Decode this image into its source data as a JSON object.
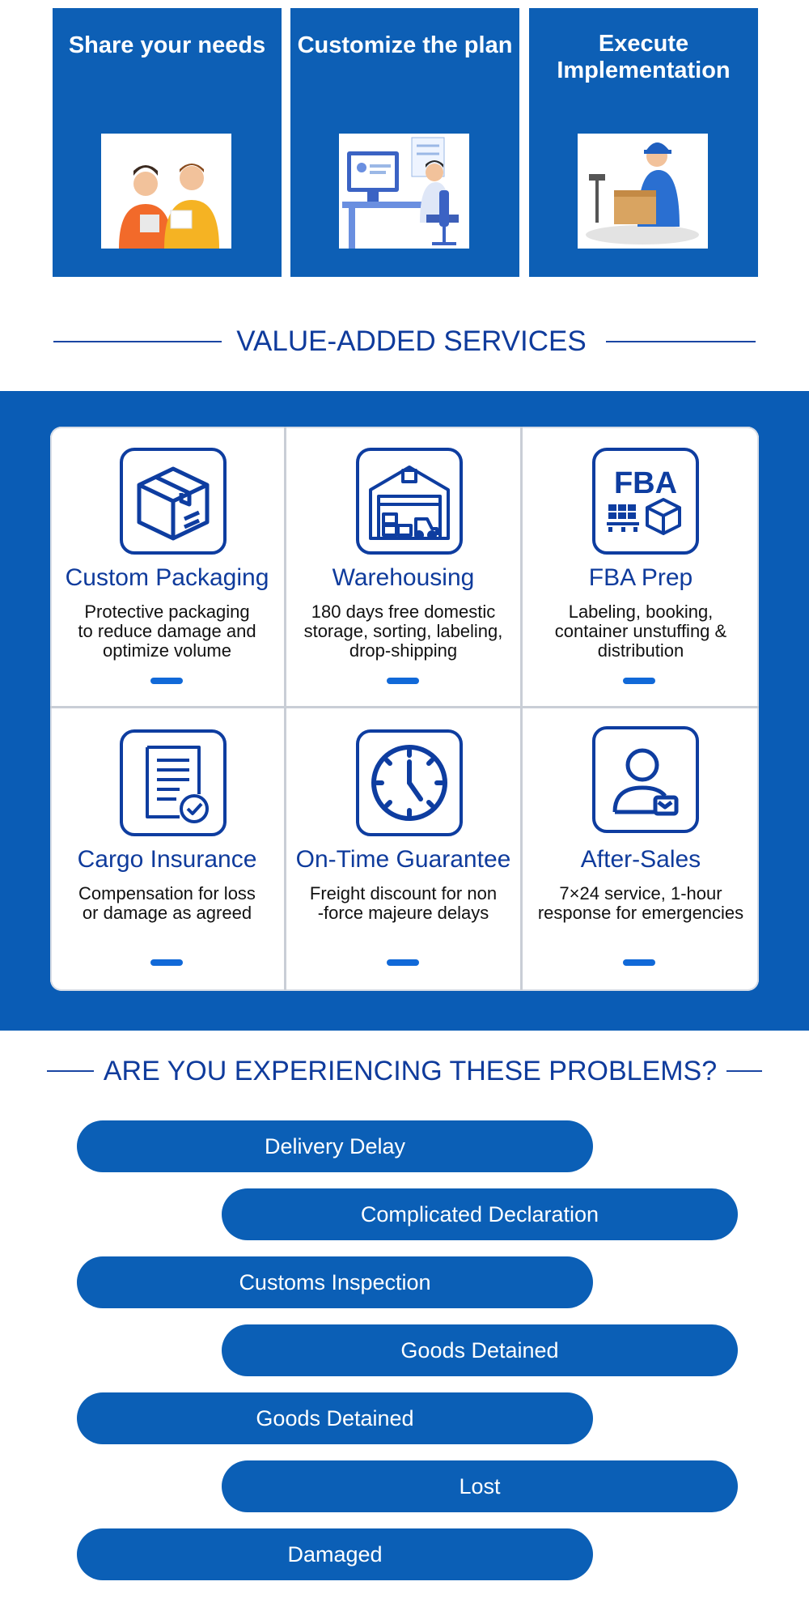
{
  "steps": [
    {
      "title": "Share your needs",
      "icon": "consultation-illustration"
    },
    {
      "title": "Customize the plan",
      "icon": "computer-work-illustration"
    },
    {
      "title": "Execute\nImplementation",
      "icon": "packing-worker-illustration"
    }
  ],
  "value_added": {
    "title": "VALUE-ADDED SERVICES",
    "services": [
      {
        "title": "Custom Packaging",
        "desc": "Protective packaging\nto reduce damage and\noptimize volume",
        "icon": "box-icon"
      },
      {
        "title": "Warehousing",
        "desc": "180 days free domestic\nstorage, sorting, labeling,\ndrop-shipping",
        "icon": "warehouse-icon"
      },
      {
        "title": "FBA Prep",
        "desc": "Labeling, booking,\ncontainer unstuffing &\ndistribution",
        "icon": "fba-icon",
        "icon_text": "FBA"
      },
      {
        "title": "Cargo Insurance",
        "desc": "Compensation for loss\nor damage as agreed",
        "icon": "document-check-icon"
      },
      {
        "title": "On-Time Guarantee",
        "desc": "Freight discount for non\n-force majeure delays",
        "icon": "clock-icon"
      },
      {
        "title": "After-Sales",
        "desc": "7×24 service, 1-hour\nresponse for emergencies",
        "icon": "user-support-icon"
      }
    ]
  },
  "problems": {
    "title": "ARE YOU EXPERIENCING THESE PROBLEMS?",
    "items": [
      "Delivery Delay",
      "Complicated Declaration",
      "Customs Inspection",
      "Goods Detained",
      "Goods Detained",
      "Lost",
      "Damaged"
    ]
  },
  "colors": {
    "brand_blue": "#0d5fb5",
    "title_blue": "#0f3b9c",
    "accent_blue": "#1169d8"
  }
}
